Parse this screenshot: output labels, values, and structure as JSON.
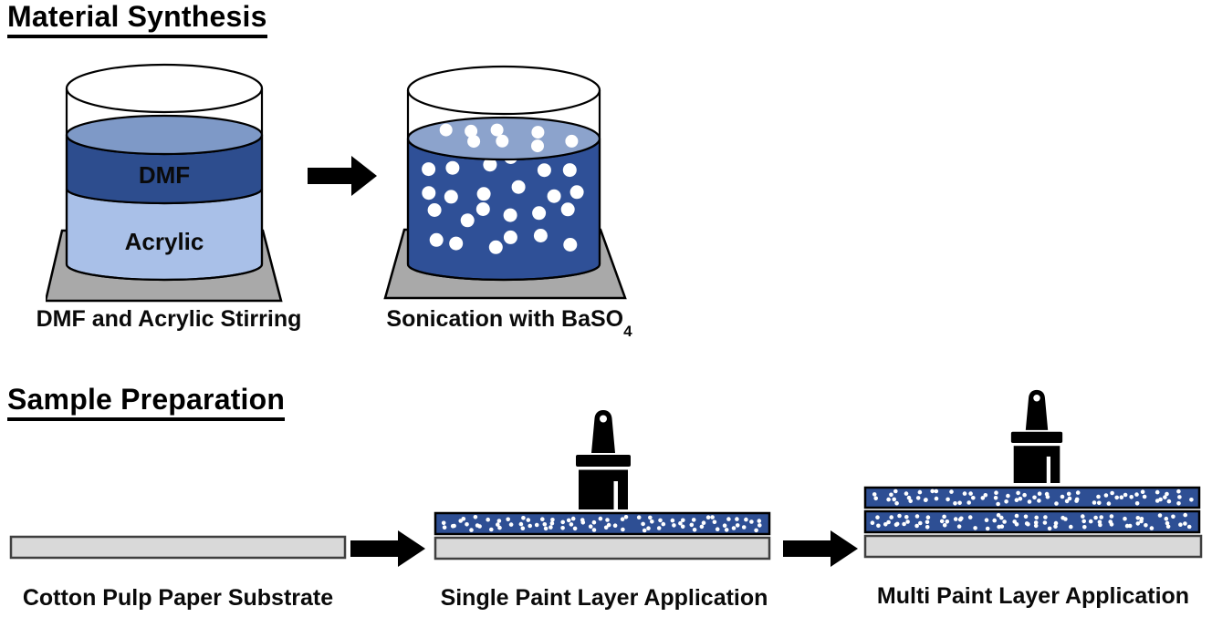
{
  "figure": {
    "section1": {
      "heading": "Material Synthesis",
      "stirring": {
        "dmf_label": "DMF",
        "acrylic_label": "Acrylic",
        "caption": "DMF and Acrylic Stirring"
      },
      "sonication": {
        "caption_main": "Sonication with BaSO",
        "caption_sub": "4"
      }
    },
    "section2": {
      "heading": "Sample Preparation",
      "substrate_caption": "Cotton Pulp Paper Substrate",
      "single_caption": "Single Paint Layer Application",
      "multi_caption": "Multi Paint Layer Application"
    }
  },
  "icons": {
    "arrow": "right-arrow-icon",
    "brush": "paint-brush-icon"
  },
  "colors": {
    "dmf_blue": "#2d4d8e",
    "acrylic_blue": "#a9c0e8",
    "stir_surface_blue": "#7e99c7",
    "sonication_blue": "#2f5097",
    "sonication_surface_blue": "#8ca3cc",
    "paint_blue": "#2e4f94",
    "plate_gray": "#a9a9a9",
    "substrate_gray": "#d9d9d9",
    "substrate_border": "#3f3f3f",
    "outline_black": "#000000",
    "particle_white": "#ffffff"
  }
}
